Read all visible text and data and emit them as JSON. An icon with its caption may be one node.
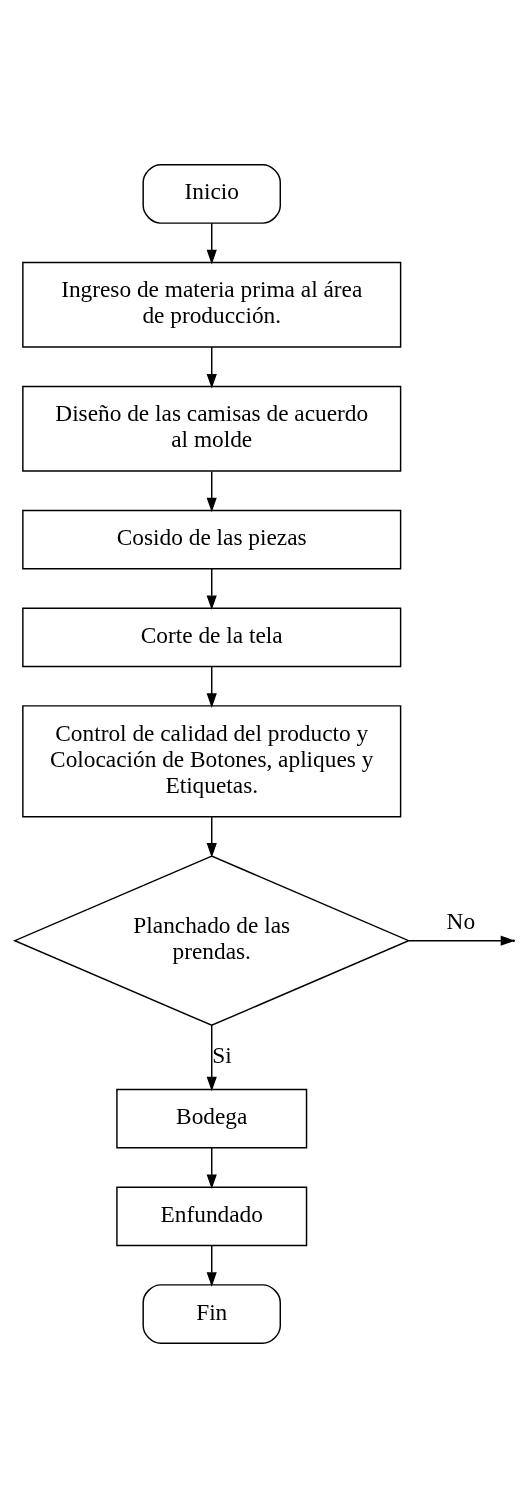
{
  "diagram": {
    "nodes": [
      {
        "text": [
          "Inicio"
        ]
      },
      {
        "text": [
          "Ingreso de materia prima al área de producción."
        ]
      },
      {
        "text": [
          "Diseño de las camisas de acuerdo al molde"
        ]
      },
      {
        "text": [
          "Cosido de las piezas"
        ]
      },
      {
        "text": [
          "Corte de la tela"
        ]
      },
      {
        "text": [
          "Control de calidad del producto y Colocación de Botones, apliques y Etiquetas."
        ]
      },
      {
        "text": [
          "Planchado de las prendas."
        ]
      },
      {
        "text": [
          "Bodega"
        ]
      },
      {
        "text": [
          "Enfundado"
        ]
      },
      {
        "text": [
          "Fin"
        ]
      }
    ],
    "edges": [
      {
        "from": 0,
        "to": 1,
        "arrow": "to"
      },
      {
        "from": 1,
        "to": 2,
        "arrow": "to"
      },
      {
        "from": 2,
        "to": 3,
        "arrow": "to"
      },
      {
        "from": 3,
        "to": 4,
        "arrow": "to"
      },
      {
        "from": 4,
        "to": 5,
        "arrow": "to"
      },
      {
        "from": 5,
        "to": 6,
        "arrow": "to"
      },
      {
        "from": 6,
        "to": null,
        "arrow": "to",
        "label": "No"
      },
      {
        "from": 6,
        "to": 7,
        "arrow": "to",
        "label": "Si"
      },
      {
        "from": 7,
        "to": 8,
        "arrow": "to"
      },
      {
        "from": 8,
        "to": 9,
        "arrow": "to"
      }
    ]
  }
}
